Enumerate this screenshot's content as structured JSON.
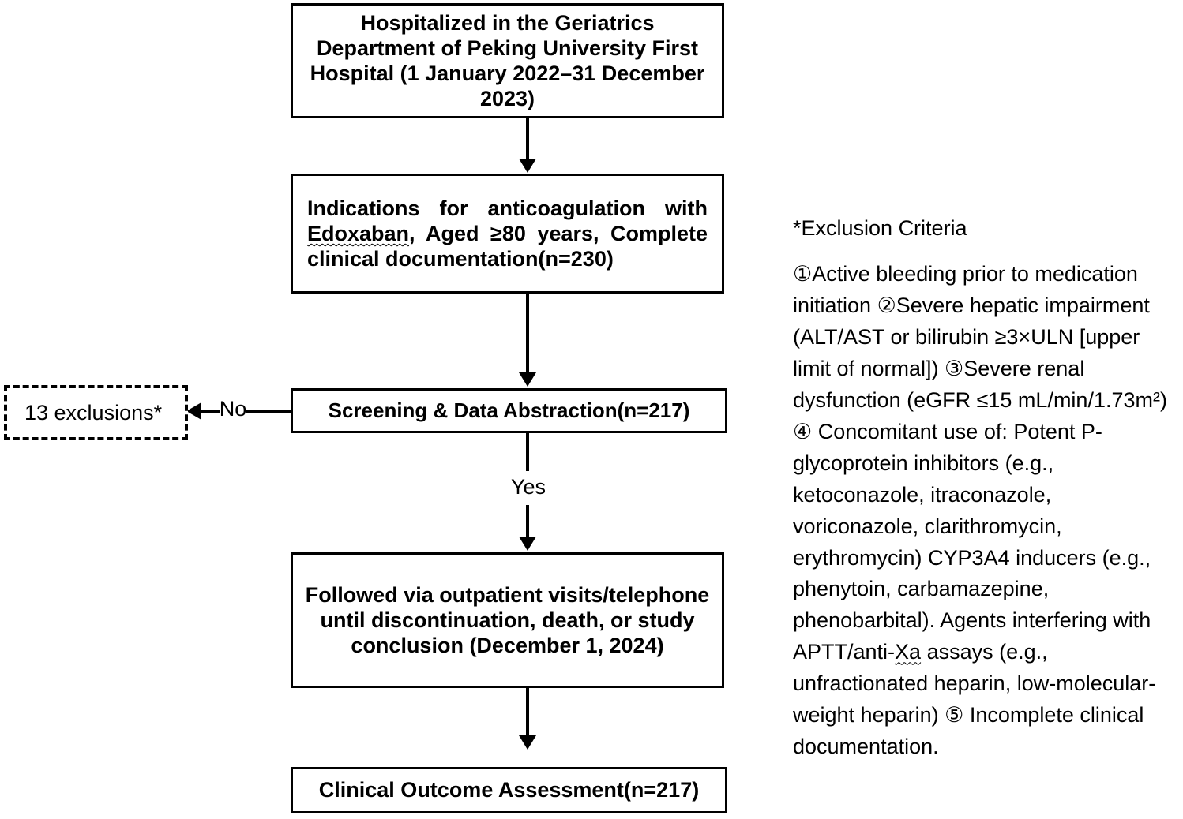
{
  "flowchart": {
    "nodes": {
      "hospitalized": {
        "text": "Hospitalized in the Geriatrics Department of Peking University First Hospital (1 January 2022–31 December 2023)"
      },
      "indications": {
        "text_before": "Indications for anticoagulation with ",
        "misspelled_word": "Edoxaban",
        "text_after": ", Aged ≥80 years, Complete clinical documentation(n=230)"
      },
      "screening": {
        "text": "Screening & Data Abstraction(n=217)"
      },
      "followed": {
        "text": "Followed via outpatient visits/telephone until discontinuation, death, or study conclusion (December 1, 2024)"
      },
      "outcome": {
        "text": "Clinical Outcome Assessment(n=217)"
      },
      "exclusions": {
        "text": "13 exclusions*"
      }
    },
    "edge_labels": {
      "yes": "Yes",
      "no": "No"
    }
  },
  "criteria": {
    "title": "*Exclusion Criteria",
    "part1": "①Active bleeding prior to medication initiation ②Severe hepatic impairment (ALT/AST or bilirubin ≥3×ULN [upper limit of normal]) ③Severe renal dysfunction (eGFR ≤15 mL/min/1.73m²) ④ Concomitant use of: Potent P-glycoprotein inhibitors (e.g., ketoconazole, itraconazole, voriconazole, clarithromycin, erythromycin) CYP3A4 inducers (e.g., phenytoin, carbamazepine, phenobarbital). Agents interfering with APTT/anti-",
    "misspelled_word": "Xa",
    "part2": " assays (e.g., unfractionated heparin, low-molecular-weight heparin) ⑤ Incomplete clinical documentation."
  },
  "colors": {
    "stroke": "#000000",
    "background": "#ffffff"
  }
}
